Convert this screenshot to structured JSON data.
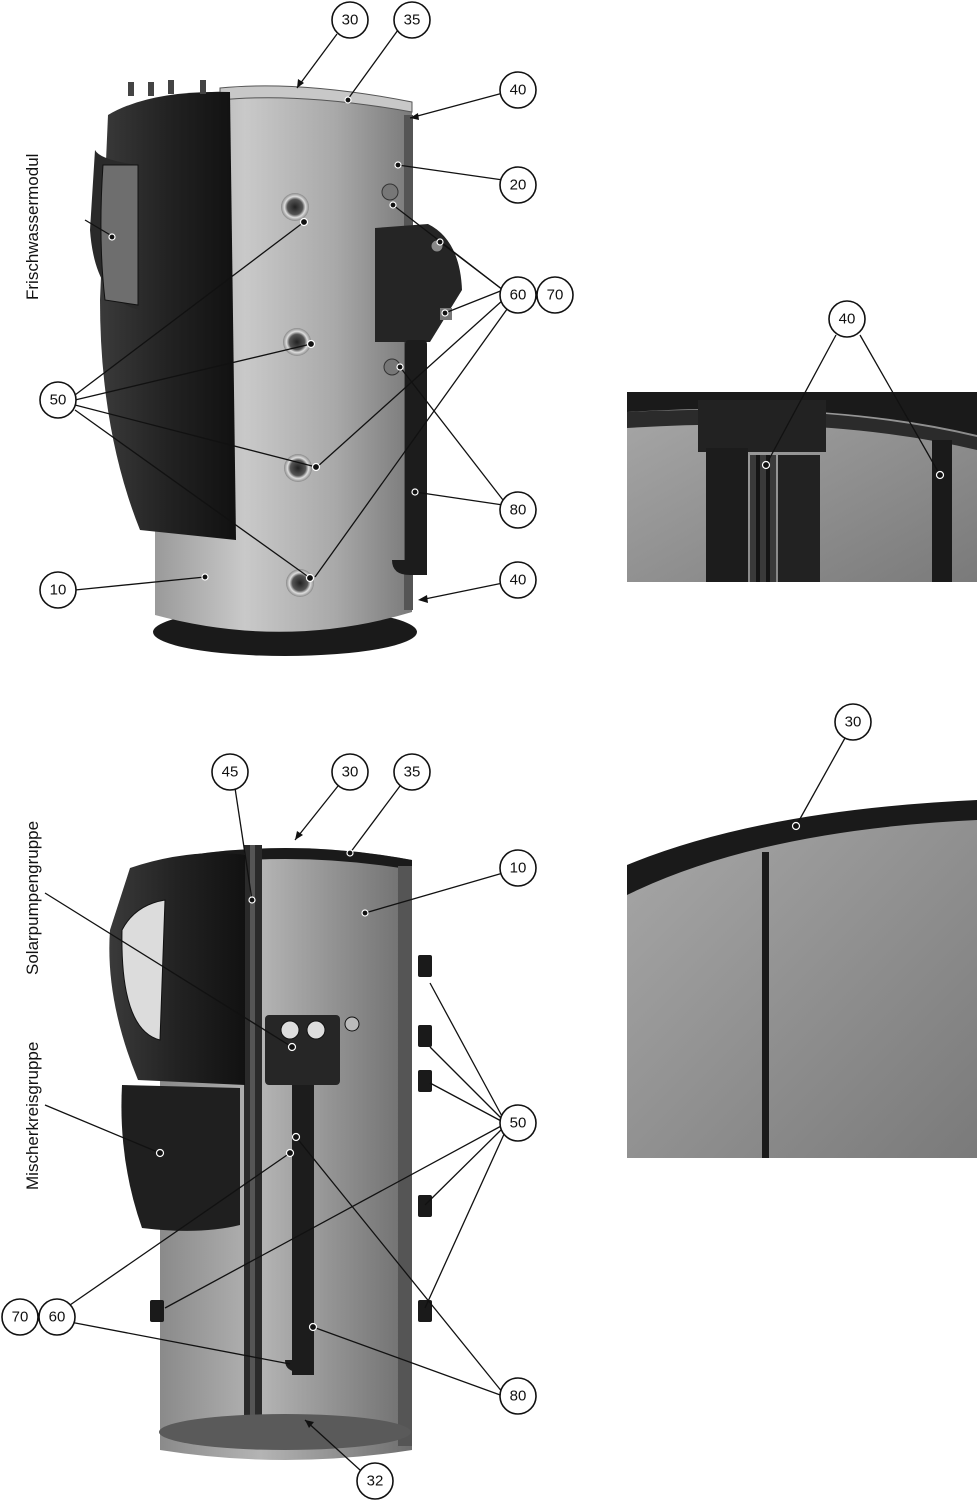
{
  "labels": {
    "frischwassermodul": "Frischwassermodul",
    "solarpumpengruppe": "Solarpumpengruppe",
    "mischerkreisgruppe": "Mischerkreisgruppe"
  },
  "callouts_top": {
    "c30": "30",
    "c35": "35",
    "c40a": "40",
    "c20": "20",
    "c60": "60",
    "c70": "70",
    "c50": "50",
    "c80": "80",
    "c10": "10",
    "c40b": "40"
  },
  "callouts_bottom": {
    "c45": "45",
    "c30": "30",
    "c35": "35",
    "c10": "10",
    "c50": "50",
    "c70": "70",
    "c60": "60",
    "c80": "80",
    "c32": "32"
  },
  "detail_top": {
    "c40": "40"
  },
  "detail_bottom": {
    "c30": "30"
  }
}
